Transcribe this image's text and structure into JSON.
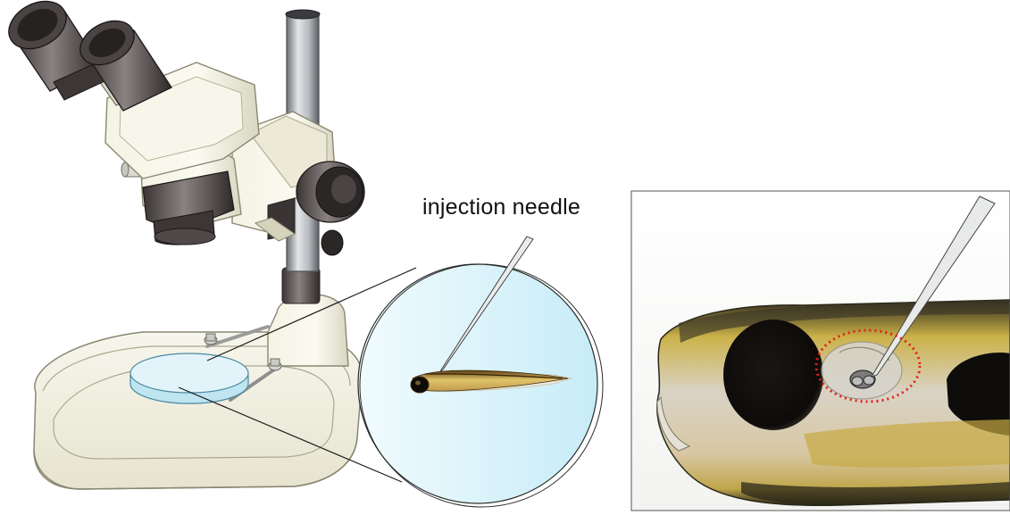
{
  "labels": {
    "needle": "injection needle"
  },
  "icons": {
    "microscope": "stereo-microscope-illustration",
    "dish": "petri-dish-icon",
    "larva": "zebrafish-larva-illustration",
    "needle": "injection-needle-icon",
    "target": "injection-site-circle"
  },
  "colors": {
    "target_circle": "#e0201c",
    "dish_fill": "#dff4fb"
  }
}
